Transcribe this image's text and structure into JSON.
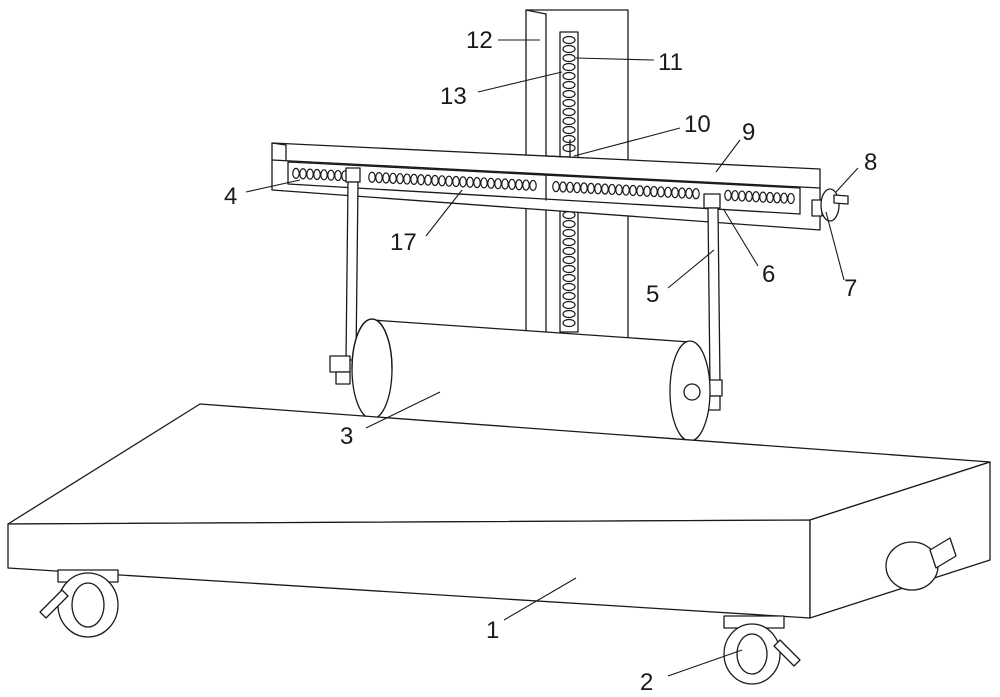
{
  "labels": {
    "l1": "1",
    "l2": "2",
    "l3": "3",
    "l4": "4",
    "l5": "5",
    "l6": "6",
    "l7": "7",
    "l8": "8",
    "l9": "9",
    "l10": "10",
    "l11": "11",
    "l12": "12",
    "l13": "13",
    "l17": "17"
  },
  "colors": {
    "line": "#1a1a1a",
    "background": "#ffffff"
  }
}
